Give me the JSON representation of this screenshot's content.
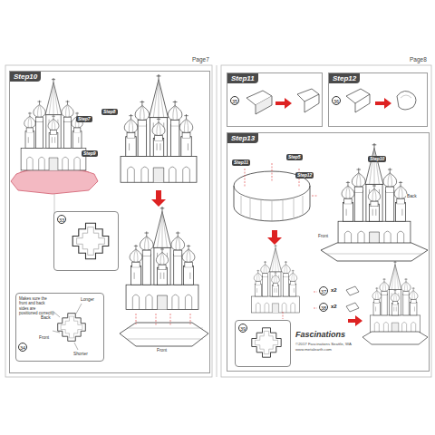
{
  "diagram": {
    "nodes": [
      {
        "text": [
          "Step10"
        ]
      },
      {
        "text": [
          "33"
        ],
        "in": 0
      },
      {
        "text": [
          "Makes sure the front and back sides are positioned correctly."
        ],
        "in": 0
      },
      {
        "text": [
          "Step11"
        ]
      },
      {
        "text": [
          "Step12"
        ]
      },
      {
        "text": [
          "Step13"
        ]
      },
      {
        "text": [
          "39"
        ],
        "in": 5
      }
    ],
    "labels": [
      "Page7",
      "Step7",
      "Step9",
      "Step8",
      "34",
      "Longer",
      "Back",
      "Front",
      "Shorter",
      "Front",
      "Page8",
      "35",
      "36",
      "Step11",
      "Step5",
      "Step12",
      "Step10",
      "Back",
      "Front",
      "37",
      "x2",
      "38",
      "x2",
      "Fascinations",
      "©2017 Fascinations Seattle, WA",
      "www.metalearth.com"
    ]
  }
}
